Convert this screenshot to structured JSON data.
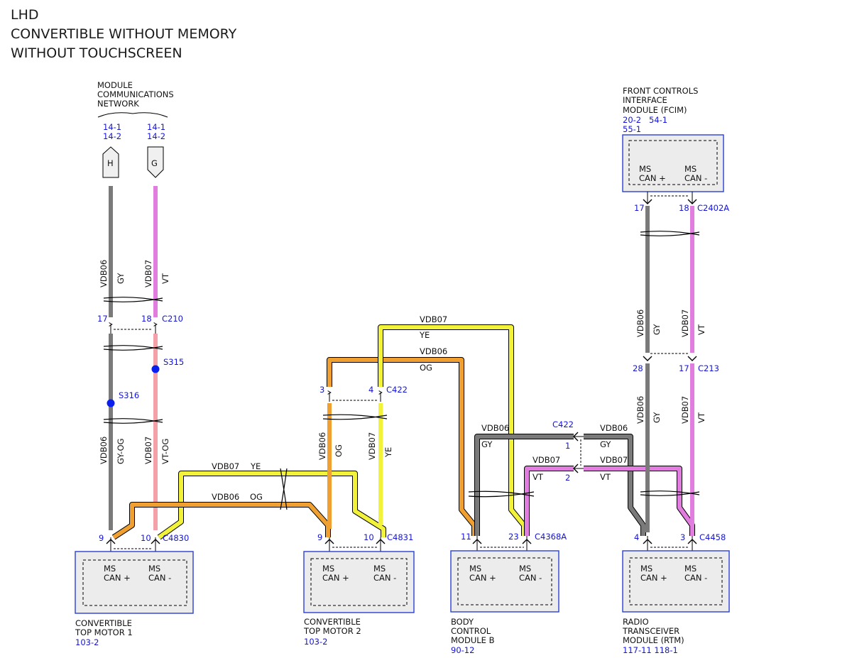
{
  "header": {
    "line1": "LHD",
    "line2": "CONVERTIBLE WITHOUT MEMORY",
    "line3": "WITHOUT TOUCHSCREEN"
  },
  "network": {
    "label1": "MODULE",
    "label2": "COMMUNICATIONS",
    "label3": "NETWORK",
    "ref_h1": "14-1",
    "ref_h2": "14-2",
    "ref_g1": "14-1",
    "ref_g2": "14-2",
    "conn_h": "H",
    "conn_g": "G"
  },
  "fcim": {
    "name1": "FRONT CONTROLS",
    "name2": "INTERFACE",
    "name3": "MODULE (FCIM)",
    "ref1": "20-2",
    "ref2": "54-1",
    "ref3": "55-1",
    "pin_plus_l1": "MS",
    "pin_plus_l2": "CAN +",
    "pin_minus_l1": "MS",
    "pin_minus_l2": "CAN -",
    "p1": "17",
    "p2": "18",
    "connector": "C2402A"
  },
  "modules": {
    "ctm1": {
      "name1": "CONVERTIBLE",
      "name2": "TOP MOTOR 1",
      "ref": "103-2",
      "p1": "9",
      "p2": "10",
      "connector": "C4830",
      "a1": "MS",
      "a2": "CAN +",
      "b1": "MS",
      "b2": "CAN -"
    },
    "ctm2": {
      "name1": "CONVERTIBLE",
      "name2": "TOP MOTOR 2",
      "ref": "103-2",
      "p1": "9",
      "p2": "10",
      "connector": "C4831",
      "a1": "MS",
      "a2": "CAN +",
      "b1": "MS",
      "b2": "CAN -"
    },
    "bcmb": {
      "name1": "BODY",
      "name2": "CONTROL",
      "name3": "MODULE B",
      "ref": "90-12",
      "p1": "11",
      "p2": "23",
      "connector": "C4368A",
      "a1": "MS",
      "a2": "CAN +",
      "b1": "MS",
      "b2": "CAN -"
    },
    "rtm": {
      "name1": "RADIO",
      "name2": "TRANSCEIVER",
      "name3": "MODULE (RTM)",
      "ref": "117-11 118-1",
      "p1": "4",
      "p2": "3",
      "connector": "C4458",
      "a1": "MS",
      "a2": "CAN +",
      "b1": "MS",
      "b2": "CAN -"
    }
  },
  "connectors": {
    "c210": {
      "p1": "17",
      "p2": "18",
      "name": "C210"
    },
    "c422_left": {
      "p1": "3",
      "p2": "4",
      "name": "C422"
    },
    "c422_right": {
      "name": "C422",
      "p1": "1",
      "p2": "2"
    },
    "c213": {
      "p1": "28",
      "p2": "17",
      "name": "C213"
    }
  },
  "splices": {
    "s315": "S315",
    "s316": "S316"
  },
  "wires": {
    "vdb06": "VDB06",
    "vdb07": "VDB07",
    "gy": "GY",
    "vt": "VT",
    "gy_og": "GY-OG",
    "vt_og": "VT-OG",
    "og": "OG",
    "ye": "YE"
  },
  "colors": {
    "gray": "#7a7a7a",
    "violet": "#e27de0",
    "pink": "#f4a0a8",
    "orange": "#f0a030",
    "yellow": "#f2f23a",
    "module_border": "#2b3fd6",
    "module_fill": "#ececec",
    "ref_text": "#1414d6"
  }
}
